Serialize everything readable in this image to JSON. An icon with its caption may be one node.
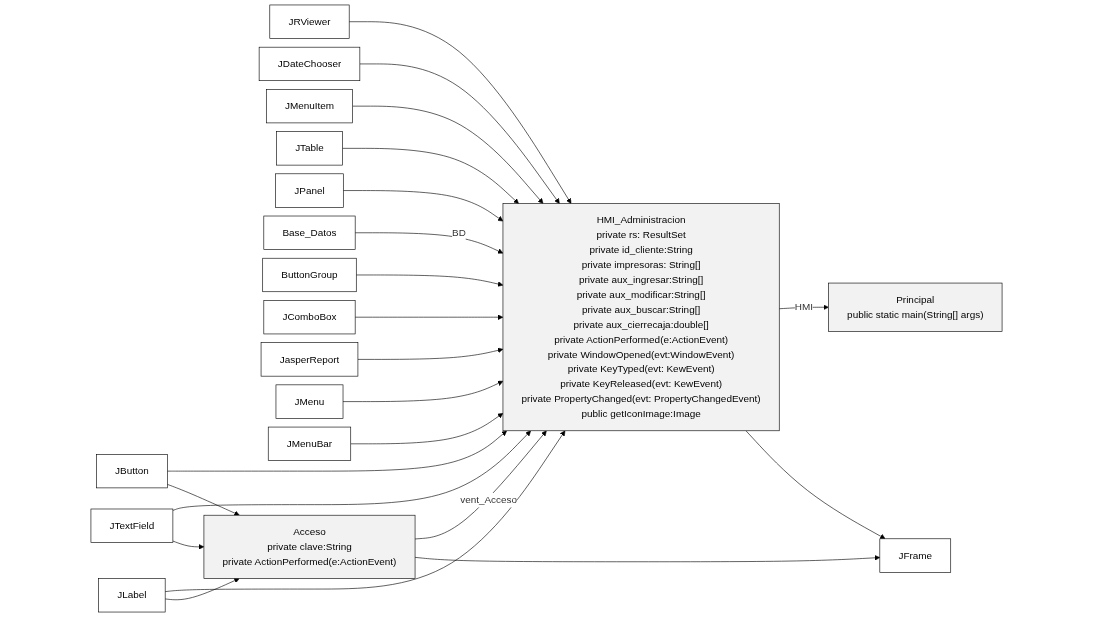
{
  "diagram": {
    "nodes": [
      {
        "text": [
          "Acceso",
          "private clave:String",
          "private ActionPerformed(e:ActionEvent)"
        ]
      },
      {
        "text": [
          "JButton"
        ]
      },
      {
        "text": [
          "JTextField"
        ]
      },
      {
        "text": [
          "JRViewer"
        ]
      },
      {
        "text": [
          "JLabel"
        ]
      },
      {
        "text": [
          "JDateChooser"
        ]
      },
      {
        "text": [
          "HMI_Administracion",
          "private rs: ResultSet",
          "private id_cliente:String",
          "private impresoras: String[]",
          "private aux_ingresar:String[]",
          "private aux_modificar:String[]",
          "private aux_buscar:String[]",
          "private aux_cierrecaja:double[]",
          "private ActionPerformed(e:ActionEvent)",
          "private WindowOpened(evt:WindowEvent)",
          "private KeyTyped(evt: KewEvent)",
          "private KeyReleased(evt: KewEvent)",
          "private PropertyChanged(evt: PropertyChangedEvent)",
          "public getIconImage:Image"
        ]
      },
      {
        "text": [
          "JMenuItem"
        ]
      },
      {
        "text": [
          "JFrame"
        ]
      },
      {
        "text": [
          "JTable"
        ]
      },
      {
        "text": [
          "JPanel"
        ]
      },
      {
        "text": [
          "Base_Datos"
        ]
      },
      {
        "text": [
          "ButtonGroup"
        ]
      },
      {
        "text": [
          "JComboBox"
        ]
      },
      {
        "text": [
          "JasperReport"
        ]
      },
      {
        "text": [
          "Principal",
          "public static main(String[] args)"
        ]
      },
      {
        "text": [
          "JMenu"
        ]
      },
      {
        "text": [
          "JMenuBar"
        ]
      }
    ],
    "edges": [
      {
        "from": 1,
        "to": 0,
        "arrow": "to"
      },
      {
        "from": 2,
        "to": 0,
        "arrow": "to"
      },
      {
        "from": 4,
        "to": 0,
        "arrow": "to"
      },
      {
        "from": 4,
        "to": 6,
        "arrow": "to"
      },
      {
        "from": 2,
        "to": 6,
        "arrow": "to"
      },
      {
        "from": 1,
        "to": 6,
        "arrow": "to"
      },
      {
        "from": 3,
        "to": 6,
        "arrow": "to"
      },
      {
        "from": 5,
        "to": 6,
        "arrow": "to"
      },
      {
        "from": 7,
        "to": 6,
        "arrow": "to"
      },
      {
        "from": 9,
        "to": 6,
        "arrow": "to"
      },
      {
        "from": 10,
        "to": 6,
        "arrow": "to"
      },
      {
        "from": 12,
        "to": 6,
        "arrow": "to"
      },
      {
        "from": 13,
        "to": 6,
        "arrow": "to"
      },
      {
        "from": 14,
        "to": 6,
        "arrow": "to"
      },
      {
        "from": 16,
        "to": 6,
        "arrow": "to"
      },
      {
        "from": 17,
        "to": 6,
        "arrow": "to"
      },
      {
        "from": 0,
        "to": 8,
        "arrow": "to"
      },
      {
        "from": 0,
        "to": 6,
        "label": "vent_Acceso",
        "arrow": "to"
      },
      {
        "from": 6,
        "to": 8,
        "arrow": "to"
      },
      {
        "from": 11,
        "to": 6,
        "label": "BD",
        "arrow": "to"
      },
      {
        "from": 6,
        "to": 15,
        "label": "HMI",
        "arrow": "to"
      }
    ]
  }
}
